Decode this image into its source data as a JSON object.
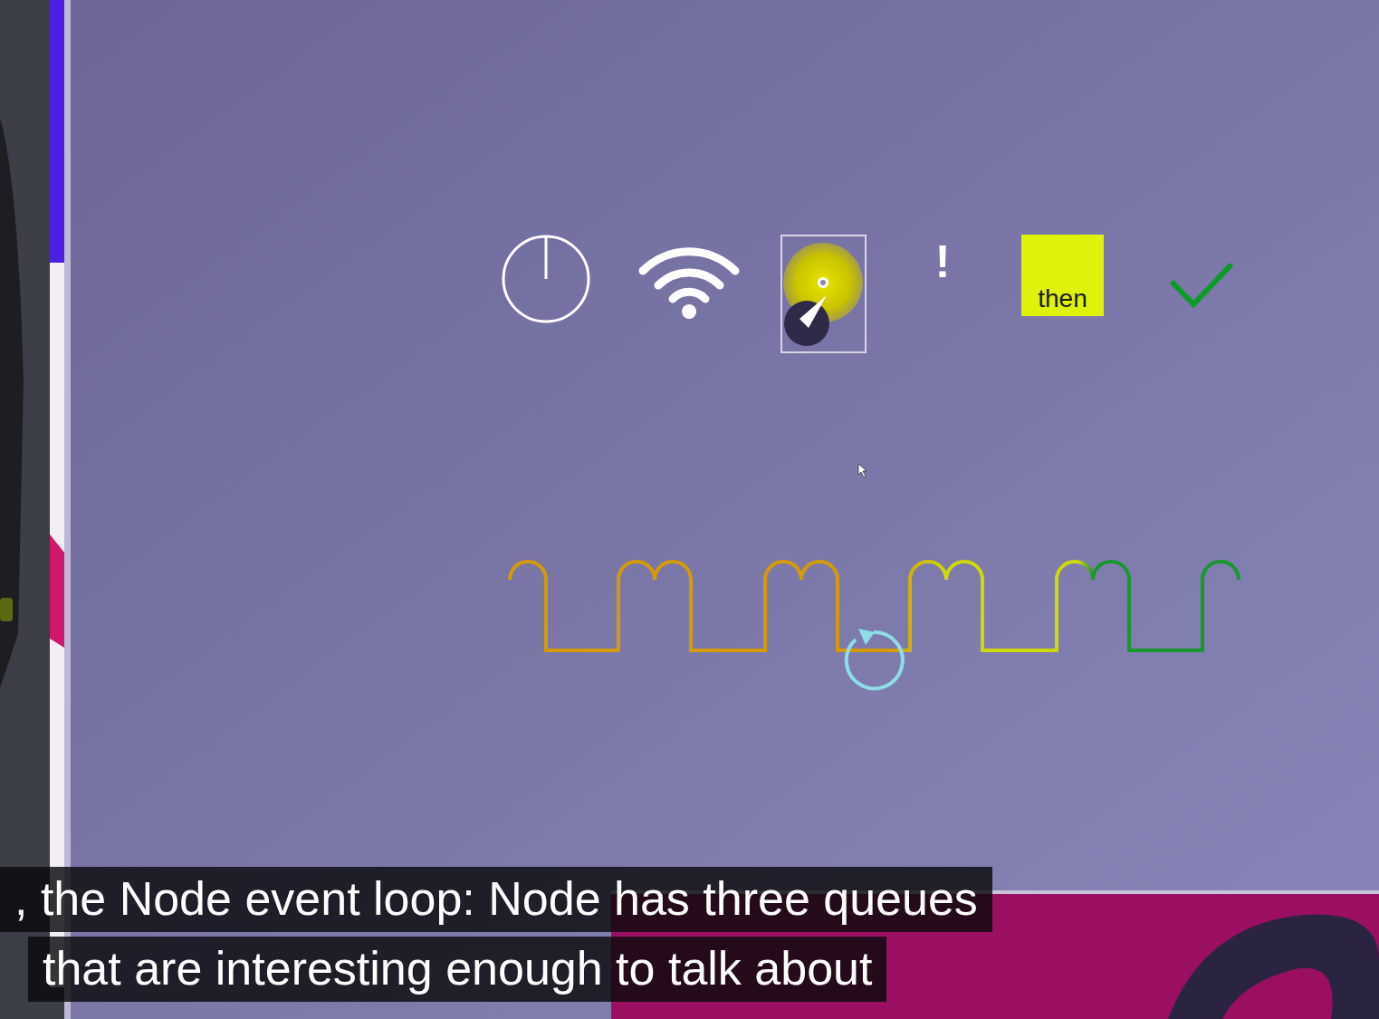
{
  "diagram": {
    "nodes": [
      {
        "text": [
          "then"
        ]
      }
    ],
    "labels": [
      "!",
      ", the Node event loop: Node has three queues",
      "that are interesting enough to talk about"
    ]
  }
}
